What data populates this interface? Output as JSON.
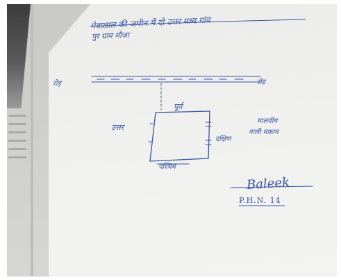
{
  "document": {
    "header_line_1": "मेवालाल की जमीन में दो उत्तर मध्य गांव",
    "header_line_2": "पुर ग्राम मौजा",
    "map_label_left": "रोड़",
    "map_label_right": "रोड़",
    "direction_north": "पूर्व",
    "direction_west": "उत्तर",
    "direction_south": "पश्चिम",
    "direction_east": "दक्षिण",
    "annotation_top_right": "मालवीय",
    "annotation_bottom_right": "नाली मकान",
    "signature": "Baleek",
    "signature_caption": "P.H.N. 14"
  },
  "colors": {
    "ink": "#3a56a6",
    "paper": "#efefed",
    "background": "#ffffff"
  }
}
